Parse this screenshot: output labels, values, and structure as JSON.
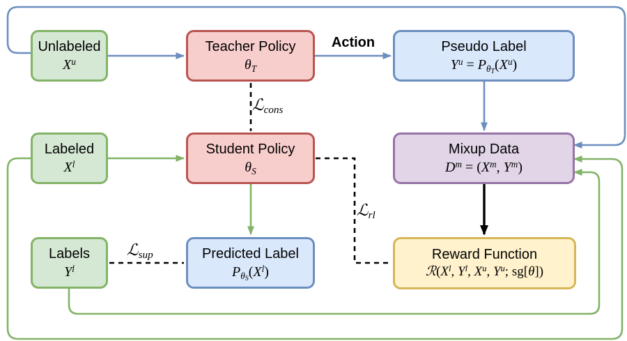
{
  "colors": {
    "blue": "#6c8ebf",
    "green": "#82b366",
    "black": "#000000",
    "green_fill": "#d5e8d4",
    "green_stroke": "#82b366",
    "red_fill": "#f8cecc",
    "red_stroke": "#b85450",
    "blue_fill": "#dae8fc",
    "blue_stroke": "#6c8ebf",
    "purple_fill": "#e1d5e7",
    "purple_stroke": "#9673a6",
    "yellow_fill": "#fff2cc",
    "yellow_stroke": "#d6b656"
  },
  "boxes": {
    "unlabeled": {
      "title": "Unlabeled",
      "math": [
        {
          "t": "X",
          "k": "v"
        },
        {
          "t": "u",
          "k": "up"
        }
      ]
    },
    "teacher": {
      "title": "Teacher Policy",
      "math": [
        {
          "t": "θ",
          "k": "v"
        },
        {
          "t": "T",
          "k": "dn"
        }
      ]
    },
    "pseudo": {
      "title": "Pseudo Label",
      "math": [
        {
          "t": "Y",
          "k": "v"
        },
        {
          "t": "u",
          "k": "up"
        },
        {
          "t": " = ",
          "k": "s"
        },
        {
          "t": "P",
          "k": "v"
        },
        {
          "t": "θ",
          "k": "dn"
        },
        {
          "t": "T",
          "k": "dn2"
        },
        {
          "t": "(",
          "k": "s"
        },
        {
          "t": "X",
          "k": "v"
        },
        {
          "t": "u",
          "k": "up"
        },
        {
          "t": ")",
          "k": "s"
        }
      ]
    },
    "labeled": {
      "title": "Labeled",
      "math": [
        {
          "t": "X",
          "k": "v"
        },
        {
          "t": "l",
          "k": "up"
        }
      ]
    },
    "student": {
      "title": "Student Policy",
      "math": [
        {
          "t": "θ",
          "k": "v"
        },
        {
          "t": "S",
          "k": "dn"
        }
      ]
    },
    "mixup": {
      "title": "Mixup Data",
      "math": [
        {
          "t": "D",
          "k": "cal"
        },
        {
          "t": "m",
          "k": "up"
        },
        {
          "t": " = ",
          "k": "s"
        },
        {
          "t": "(",
          "k": "s"
        },
        {
          "t": "X",
          "k": "v"
        },
        {
          "t": "m",
          "k": "up"
        },
        {
          "t": ", ",
          "k": "s"
        },
        {
          "t": "Y",
          "k": "v"
        },
        {
          "t": "m",
          "k": "up"
        },
        {
          "t": ")",
          "k": "s"
        }
      ]
    },
    "labels": {
      "title": "Labels",
      "math": [
        {
          "t": "Y",
          "k": "v"
        },
        {
          "t": "l",
          "k": "up"
        }
      ]
    },
    "predicted": {
      "title": "Predicted Label",
      "math": [
        {
          "t": "P",
          "k": "v"
        },
        {
          "t": "θ",
          "k": "dn"
        },
        {
          "t": "S",
          "k": "dn2"
        },
        {
          "t": "(",
          "k": "s"
        },
        {
          "t": "X",
          "k": "v"
        },
        {
          "t": "l",
          "k": "up"
        },
        {
          "t": ")",
          "k": "s"
        }
      ]
    },
    "reward": {
      "title": "Reward Function",
      "math": [
        {
          "t": "R",
          "k": "cal"
        },
        {
          "t": "(",
          "k": "s"
        },
        {
          "t": "X",
          "k": "v"
        },
        {
          "t": "l",
          "k": "up"
        },
        {
          "t": ", ",
          "k": "s"
        },
        {
          "t": "Y",
          "k": "v"
        },
        {
          "t": "l",
          "k": "up"
        },
        {
          "t": ", ",
          "k": "s"
        },
        {
          "t": "X",
          "k": "v"
        },
        {
          "t": "u",
          "k": "up"
        },
        {
          "t": ", ",
          "k": "s"
        },
        {
          "t": "Y",
          "k": "v"
        },
        {
          "t": "u",
          "k": "up"
        },
        {
          "t": "; ",
          "k": "s"
        },
        {
          "t": "sg",
          "k": "r"
        },
        {
          "t": "[",
          "k": "s"
        },
        {
          "t": "θ",
          "k": "v"
        },
        {
          "t": "]",
          "k": "s"
        },
        {
          "t": ")",
          "k": "s"
        }
      ]
    }
  },
  "edge_labels": {
    "action": "Action",
    "cons": [
      {
        "t": "L",
        "k": "cal"
      },
      {
        "t": "cons",
        "k": "dn"
      }
    ],
    "rl": [
      {
        "t": "L",
        "k": "cal"
      },
      {
        "t": "rl",
        "k": "dn"
      }
    ],
    "sup": [
      {
        "t": "L",
        "k": "cal"
      },
      {
        "t": "sup",
        "k": "dn"
      }
    ]
  },
  "cal_glyphs": {
    "L": "ℒ",
    "R": "ℛ",
    "D": "D"
  }
}
